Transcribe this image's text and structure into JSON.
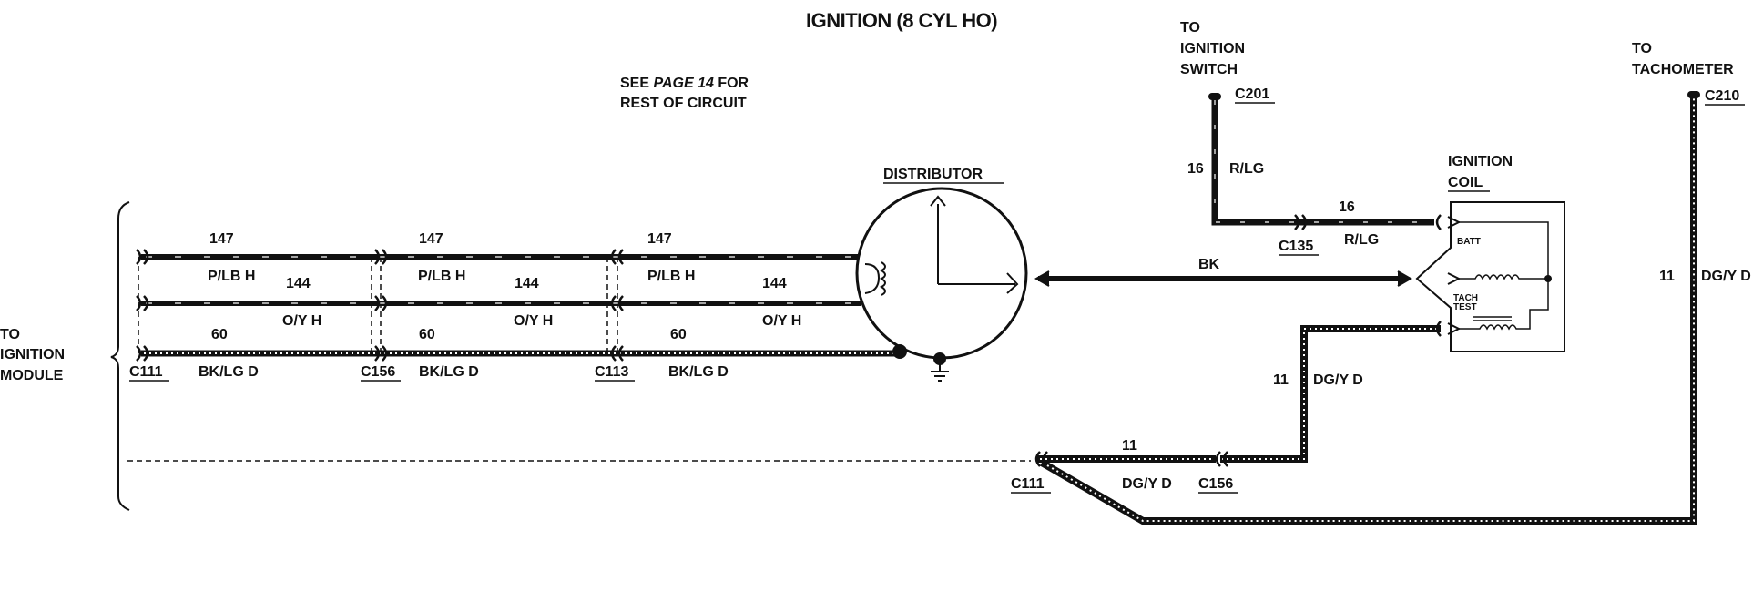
{
  "title": "IGNITION (8 CYL HO)",
  "note": {
    "line1_prefix": "SEE ",
    "line1_page": "PAGE 14",
    "line1_suffix": " FOR",
    "line2": "REST OF CIRCUIT"
  },
  "to_ignition_module": [
    "TO",
    "IGNITION",
    "MODULE"
  ],
  "to_ignition_switch": [
    "TO",
    "IGNITION",
    "SWITCH"
  ],
  "to_tachometer": [
    "TO",
    "TACHOMETER"
  ],
  "distributor": "DISTRIBUTOR",
  "ignition_coil": [
    "IGNITION",
    "COIL"
  ],
  "coil_batt": "BATT",
  "coil_tach_test": [
    "TACH",
    "TEST"
  ],
  "connectors": {
    "c111_left": "C111",
    "c156_left": "C156",
    "c113": "C113",
    "c201": "C201",
    "c135": "C135",
    "c210": "C210",
    "c111_bottom": "C111",
    "c156_bottom": "C156"
  },
  "wires": {
    "w147": {
      "circuit": "147",
      "color": "P/LB H"
    },
    "w144": {
      "circuit": "144",
      "color": "O/Y H"
    },
    "w60": {
      "circuit": "60",
      "color": "BK/LG D"
    },
    "w16": {
      "circuit": "16",
      "color": "R/LG"
    },
    "bk": "BK",
    "w11": {
      "circuit": "11",
      "color": "DG/Y D"
    }
  }
}
